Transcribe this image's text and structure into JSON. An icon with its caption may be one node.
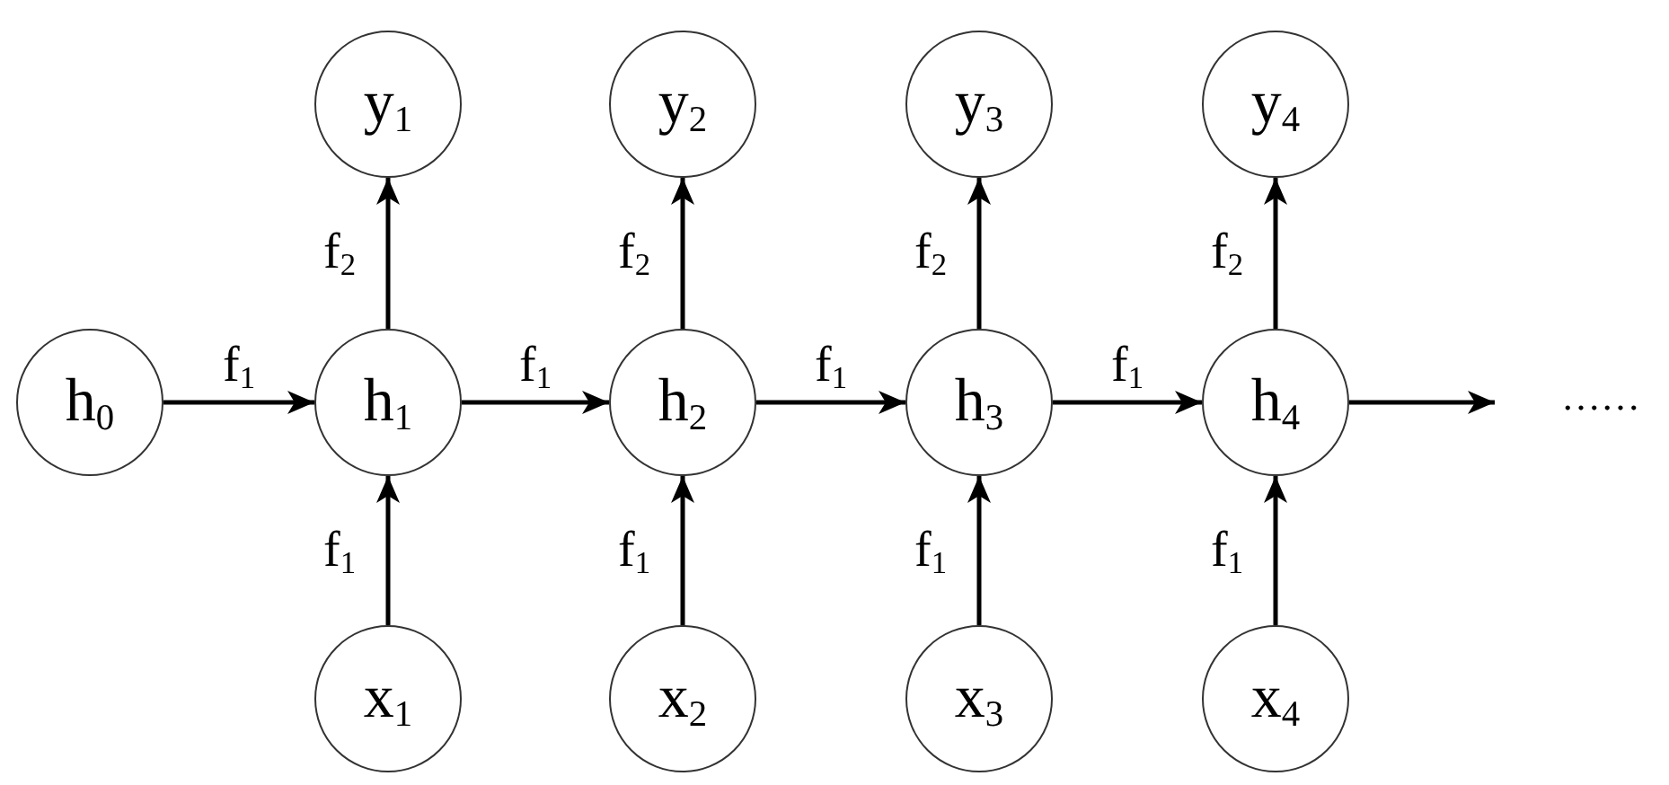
{
  "diagram": {
    "nodes": [
      {
        "text": [
          "y$_{1}$"
        ]
      },
      {
        "text": [
          "y$_{2}$"
        ]
      },
      {
        "text": [
          "y$_{3}$"
        ]
      },
      {
        "text": [
          "y$_{4}$"
        ]
      },
      {
        "text": [
          "h$_{0}$"
        ]
      },
      {
        "text": [
          "h$_{1}$"
        ]
      },
      {
        "text": [
          "h$_{2}$"
        ]
      },
      {
        "text": [
          "h$_{3}$"
        ]
      },
      {
        "text": [
          "h$_{4}$"
        ]
      },
      {
        "text": [
          "x$_{1}$"
        ]
      },
      {
        "text": [
          "x$_{2}$"
        ]
      },
      {
        "text": [
          "x$_{3}$"
        ]
      },
      {
        "text": [
          "x$_{4}$"
        ]
      }
    ],
    "edges": [
      {
        "from": 4,
        "to": 5,
        "arrow": "to",
        "label": "f$_{1}$"
      },
      {
        "from": 5,
        "to": 6,
        "arrow": "to",
        "label": "f$_{1}$"
      },
      {
        "from": 6,
        "to": 7,
        "arrow": "to",
        "label": "f$_{1}$"
      },
      {
        "from": 7,
        "to": 8,
        "arrow": "to",
        "label": "f$_{1}$"
      },
      {
        "from": 8,
        "to": null,
        "arrow": "to"
      },
      {
        "from": 5,
        "to": 0,
        "arrow": "to",
        "label": "f$_{2}$"
      },
      {
        "from": 6,
        "to": 1,
        "arrow": "to",
        "label": "f$_{2}$"
      },
      {
        "from": 7,
        "to": 2,
        "arrow": "to",
        "label": "f$_{2}$"
      },
      {
        "from": 8,
        "to": 3,
        "arrow": "to",
        "label": "f$_{2}$"
      },
      {
        "from": 9,
        "to": 5,
        "arrow": "to",
        "label": "f$_{1}$"
      },
      {
        "from": 10,
        "to": 6,
        "arrow": "to",
        "label": "f$_{1}$"
      },
      {
        "from": 11,
        "to": 7,
        "arrow": "to",
        "label": "f$_{1}$"
      },
      {
        "from": 12,
        "to": 8,
        "arrow": "to",
        "label": "f$_{1}$"
      }
    ],
    "labels": [
      "……"
    ]
  }
}
